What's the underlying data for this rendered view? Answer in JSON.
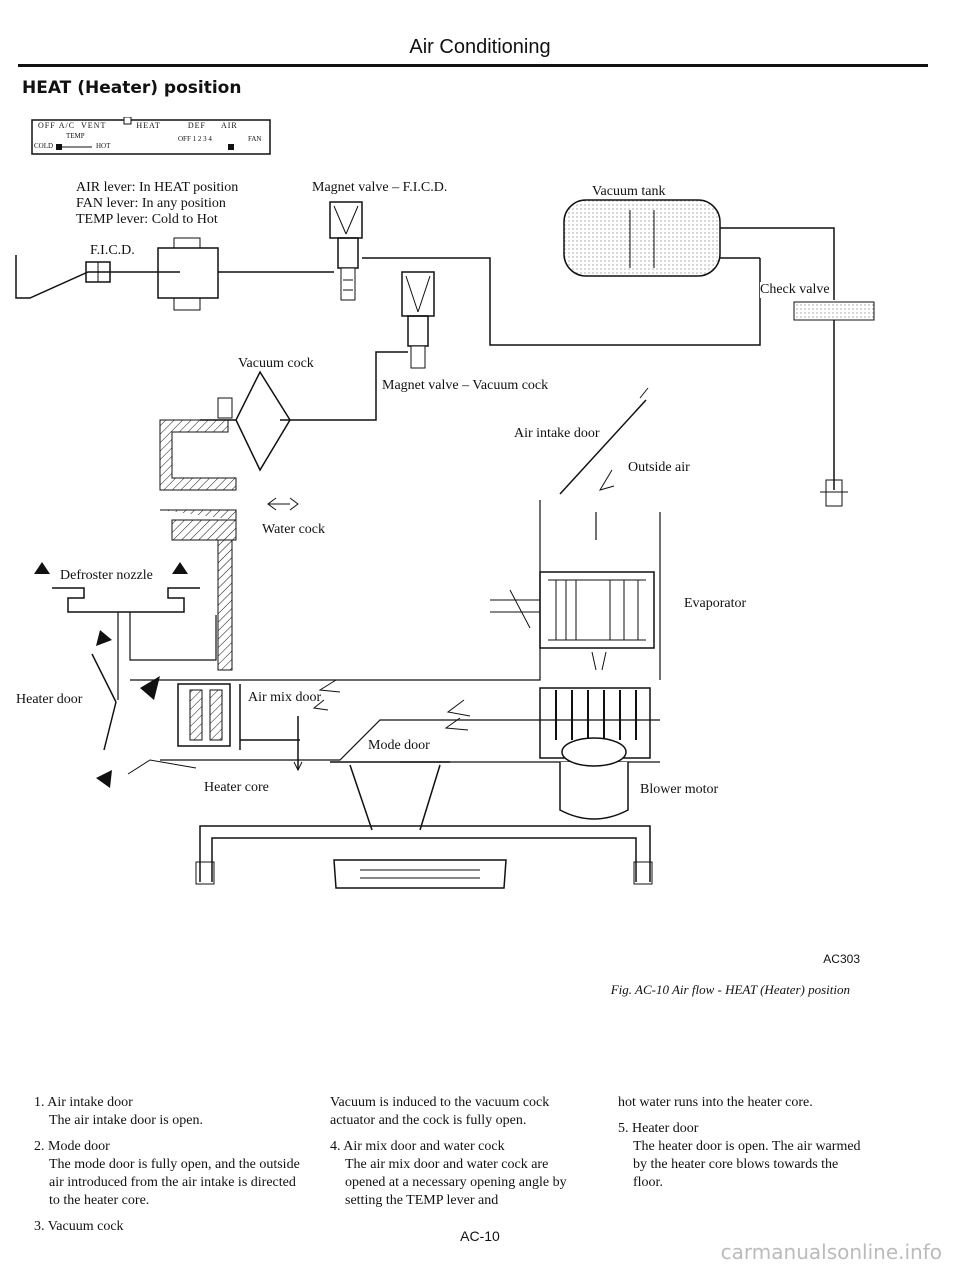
{
  "header": {
    "title": "Air Conditioning",
    "section": "HEAT (Heater) position"
  },
  "control_panel": {
    "top_row": [
      "OFF",
      "A/C",
      "VENT",
      "HEAT",
      "DEF",
      "AIR"
    ],
    "temp_label": "TEMP",
    "cold": "COLD",
    "hot": "HOT",
    "fan_steps": "OFF  1  2  3  4",
    "fan": "FAN"
  },
  "levers": [
    "AIR lever: In HEAT position",
    "FAN lever: In any position",
    "TEMP lever: Cold to Hot"
  ],
  "labels": {
    "ficd": "F.I.C.D.",
    "magnet_ficd": "Magnet valve – F.I.C.D.",
    "vacuum_tank": "Vacuum tank",
    "check_valve": "Check valve",
    "vacuum_cock": "Vacuum cock",
    "magnet_vacuum_cock": "Magnet valve – Vacuum cock",
    "air_intake_door": "Air intake door",
    "outside_air": "Outside air",
    "water_cock": "Water cock",
    "defroster_nozzle": "Defroster nozzle",
    "evaporator": "Evaporator",
    "heater_door": "Heater door",
    "air_mix_door": "Air mix door",
    "mode_door": "Mode door",
    "heater_core": "Heater core",
    "blower_motor": "Blower motor"
  },
  "figure": {
    "code": "AC303",
    "caption": "Fig. AC-10  Air flow - HEAT (Heater) position"
  },
  "body": {
    "col1": [
      {
        "head": "1.  Air intake door",
        "text": "The air intake door is open."
      },
      {
        "head": "2.  Mode door",
        "text": "The mode door is fully open, and the outside air introduced from the air intake is directed to the heater core."
      },
      {
        "head": "3.  Vacuum cock",
        "text": ""
      }
    ],
    "col2": [
      {
        "head": "",
        "text": "Vacuum is induced to the vacuum cock actuator and the cock is fully open."
      },
      {
        "head": "4.  Air mix door and water cock",
        "text": "The air mix door and water cock are opened at a necessary opening angle by setting the TEMP lever and"
      }
    ],
    "col3": [
      {
        "head": "",
        "text": "hot water runs into the heater core."
      },
      {
        "head": "5.  Heater door",
        "text": "The heater door is open. The air warmed by the heater core blows towards the floor."
      }
    ]
  },
  "page_number": "AC-10",
  "watermark": "carmanualsonline.info"
}
